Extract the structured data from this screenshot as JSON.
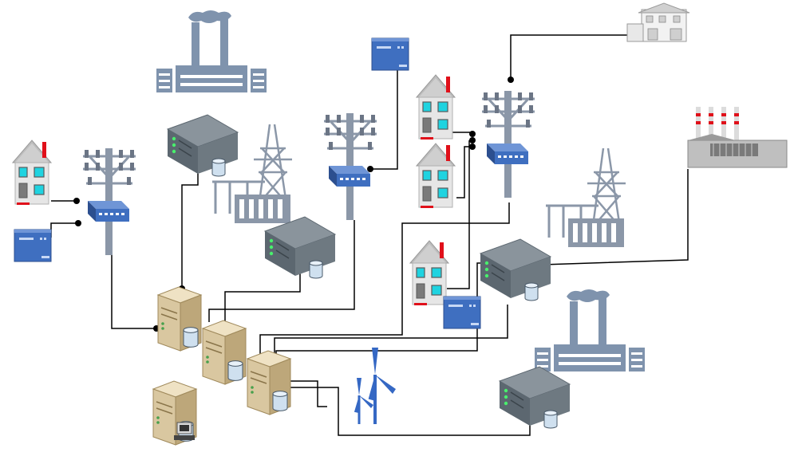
{
  "colors": {
    "background": "#ffffff",
    "wire": "#000000",
    "house_wall": "#e6e6e6",
    "house_roof": "#bdbdbd",
    "window": "#1fd3e0",
    "chimney": "#e0101a",
    "meter_blue": "#3f6fc0",
    "pole_gray": "#8b97a8",
    "factory_blue": "#7f93ad",
    "server_dark": "#5c6770",
    "server_tan": "#d9c7a0",
    "wind_turbine": "#3568c4"
  },
  "nodes": [
    {
      "kind": "house",
      "name": "house-left"
    },
    {
      "kind": "smart-meter",
      "name": "smart-meter-left"
    },
    {
      "kind": "distribution-pole",
      "name": "distribution-pole-left"
    },
    {
      "kind": "power-plant",
      "name": "power-plant-top"
    },
    {
      "kind": "rack-server",
      "name": "rack-server-top"
    },
    {
      "kind": "transmission-substation",
      "name": "substation-center"
    },
    {
      "kind": "rack-server",
      "name": "rack-server-center"
    },
    {
      "kind": "smart-meter",
      "name": "smart-meter-top"
    },
    {
      "kind": "distribution-pole",
      "name": "distribution-pole-center"
    },
    {
      "kind": "house",
      "name": "house-center-top"
    },
    {
      "kind": "house",
      "name": "house-center-mid"
    },
    {
      "kind": "house",
      "name": "house-center-bottom"
    },
    {
      "kind": "smart-meter",
      "name": "smart-meter-center-bottom"
    },
    {
      "kind": "distribution-pole",
      "name": "distribution-pole-right"
    },
    {
      "kind": "residential-building",
      "name": "residential-building-top-right"
    },
    {
      "kind": "industrial-factory",
      "name": "industrial-factory-right"
    },
    {
      "kind": "transmission-substation",
      "name": "substation-right"
    },
    {
      "kind": "rack-server",
      "name": "rack-server-right"
    },
    {
      "kind": "power-plant",
      "name": "power-plant-bottom-right"
    },
    {
      "kind": "rack-server",
      "name": "rack-server-bottom-right"
    },
    {
      "kind": "wind-turbines",
      "name": "wind-turbines"
    },
    {
      "kind": "tower-server",
      "name": "tower-server-1"
    },
    {
      "kind": "tower-server",
      "name": "tower-server-2"
    },
    {
      "kind": "tower-server",
      "name": "tower-server-3"
    },
    {
      "kind": "workstation",
      "name": "workstation-server"
    }
  ]
}
